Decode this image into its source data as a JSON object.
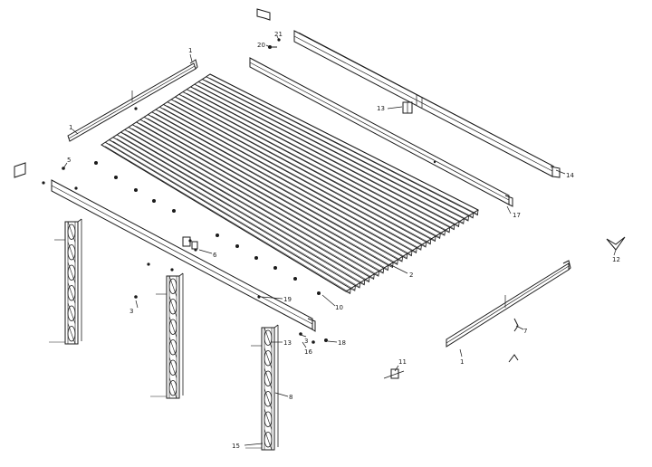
{
  "callouts": {
    "c1_top": "1",
    "c1_left": "1",
    "c1_bottom": "1",
    "c2": "2",
    "c3_left": "3",
    "c3_right": "3",
    "c5": "5",
    "c6": "6",
    "c7": "7",
    "c8": "8",
    "c10": "10",
    "c11": "11",
    "c12": "12",
    "c13_rail": "13",
    "c13_post": "13",
    "c14": "14",
    "c15": "15",
    "c16": "16",
    "c17": "17",
    "c18": "18",
    "c19": "19",
    "c20": "20",
    "c21": "21"
  },
  "ink_color": "#1a1a1a",
  "background_color": "#ffffff"
}
